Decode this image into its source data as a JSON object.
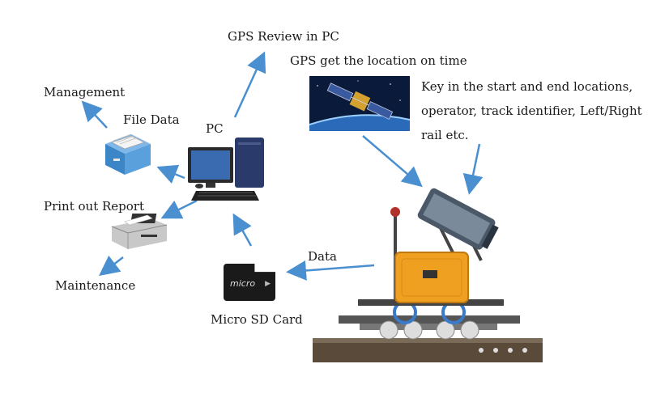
{
  "labels": {
    "gps_review": "GPS Review in PC",
    "gps_location": "GPS get the location on time",
    "key_in": "Key in the start and end locations, operator, track identifier, Left/Right rail etc.",
    "management": "Management",
    "file_data": "File Data",
    "pc": "PC",
    "print_report": "Print out Report",
    "maintenance": "Maintenance",
    "data": "Data",
    "micro_sd": "Micro SD Card",
    "sd_logo": "micro"
  },
  "colors": {
    "arrow": "#4a8fd0",
    "trolley": "#f0a020",
    "rail": "#5a4a3a",
    "sky": "#0a1a3a"
  }
}
